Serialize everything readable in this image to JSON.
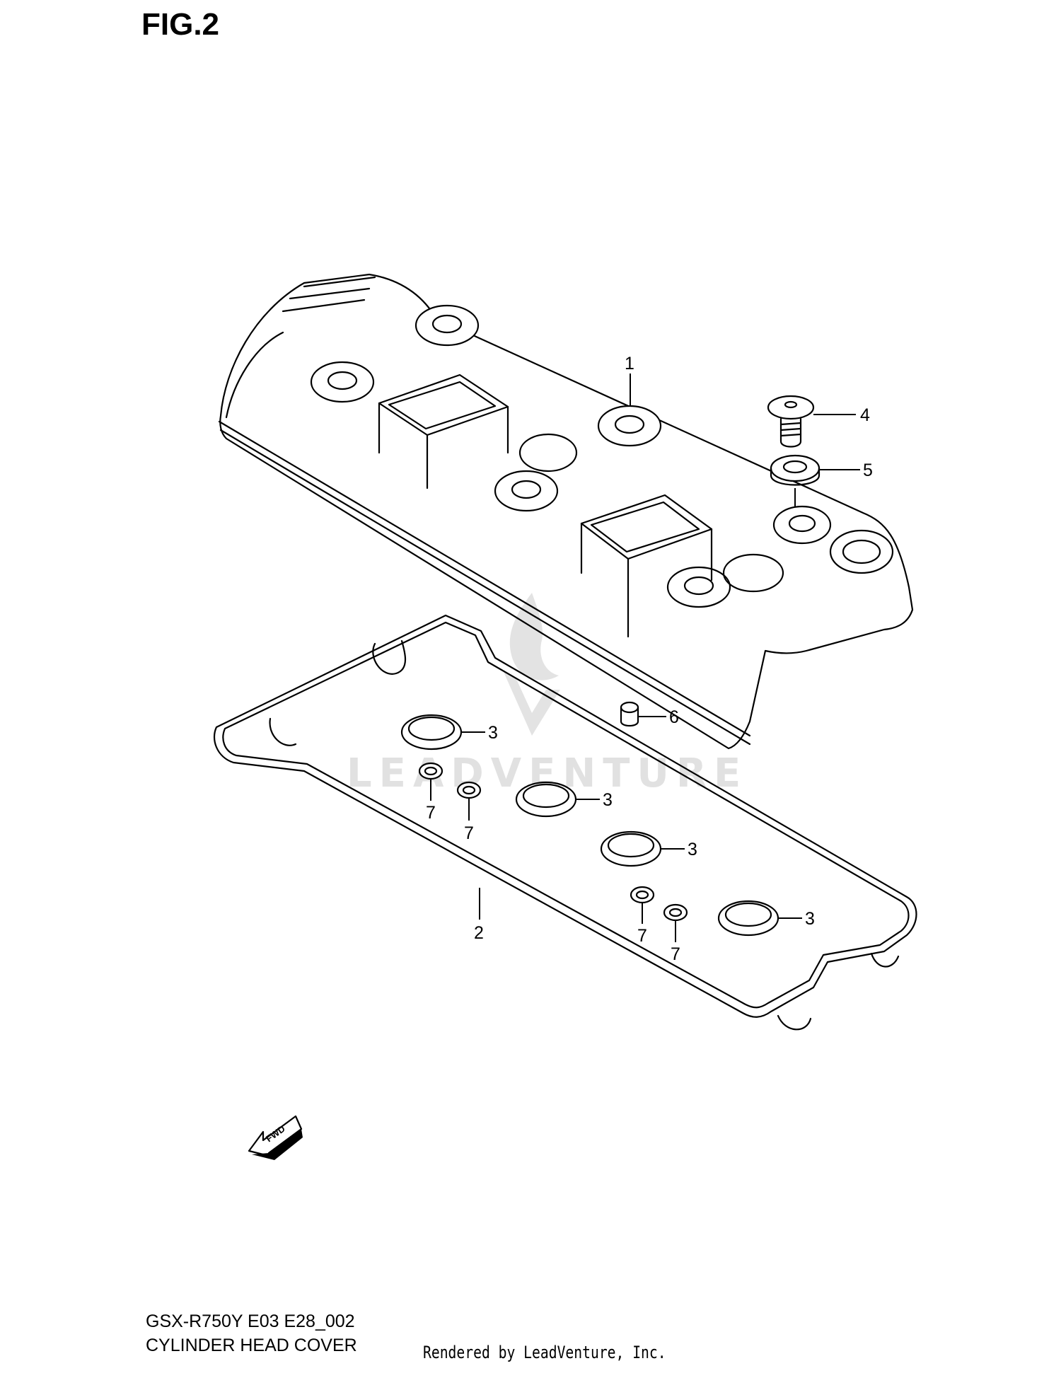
{
  "figure": {
    "title": "FIG.2"
  },
  "callouts": [
    {
      "id": "1",
      "label": "1"
    },
    {
      "id": "2",
      "label": "2"
    },
    {
      "id": "3a",
      "label": "3"
    },
    {
      "id": "3b",
      "label": "3"
    },
    {
      "id": "3c",
      "label": "3"
    },
    {
      "id": "3d",
      "label": "3"
    },
    {
      "id": "4",
      "label": "4"
    },
    {
      "id": "5",
      "label": "5"
    },
    {
      "id": "6",
      "label": "6"
    },
    {
      "id": "7a",
      "label": "7"
    },
    {
      "id": "7b",
      "label": "7"
    },
    {
      "id": "7c",
      "label": "7"
    },
    {
      "id": "7d",
      "label": "7"
    }
  ],
  "direction_arrow": {
    "label": "FWD",
    "icon": "fwd-arrow-icon"
  },
  "watermark": {
    "text": "LEADVENTURE",
    "icon": "flame-logo-icon"
  },
  "footer": {
    "model_code": "GSX-R750Y E03 E28_002",
    "model_name": "CYLINDER HEAD COVER",
    "credit": "Rendered by LeadVenture, Inc."
  }
}
